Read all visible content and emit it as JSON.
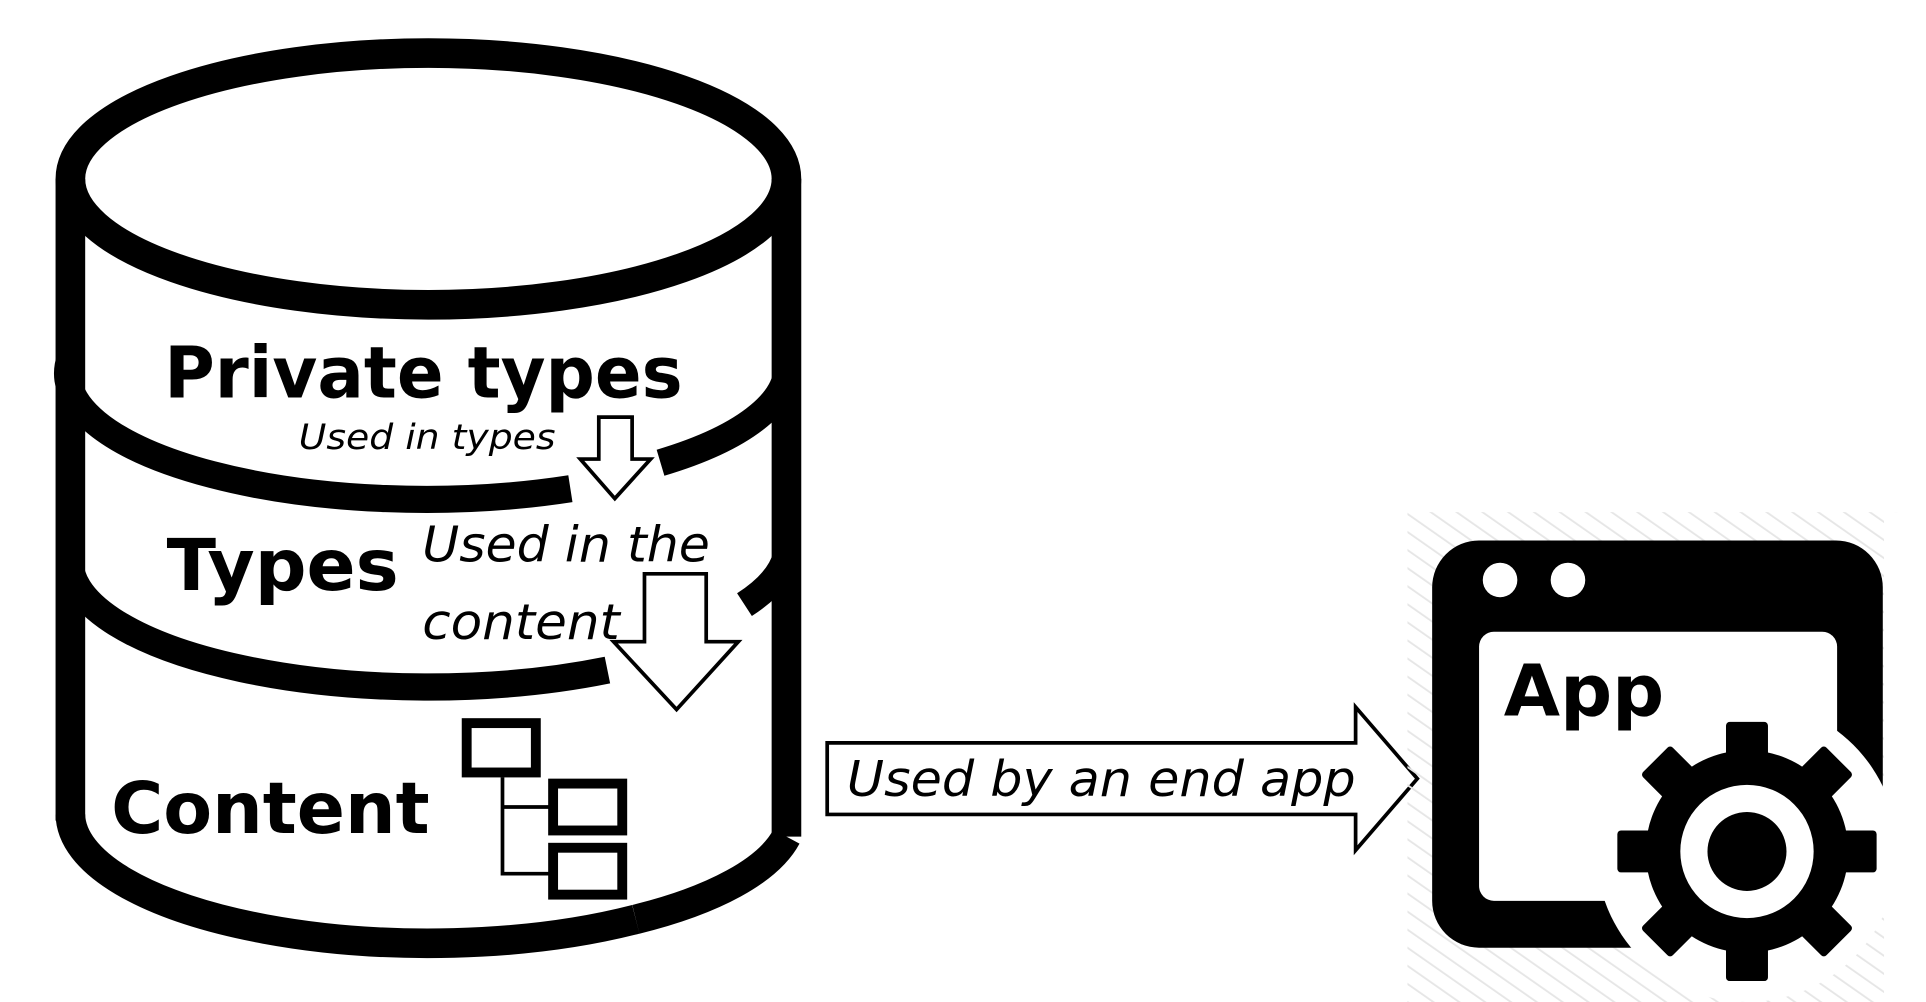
{
  "database": {
    "layers": [
      {
        "label": "Private types"
      },
      {
        "label": "Types"
      },
      {
        "label": "Content"
      }
    ]
  },
  "annotations": {
    "private_to_types": "Used in types",
    "types_to_content_line1": "Used in the",
    "types_to_content_line2": "content",
    "to_app": "Used by an end app"
  },
  "app": {
    "label": "App"
  },
  "icons": [
    "database-cylinder-icon",
    "tree-hierarchy-icon",
    "app-window-icon",
    "gear-icon"
  ],
  "colors": {
    "stroke": "#000000",
    "background": "#ffffff",
    "hatch": "#e6e6e6"
  }
}
